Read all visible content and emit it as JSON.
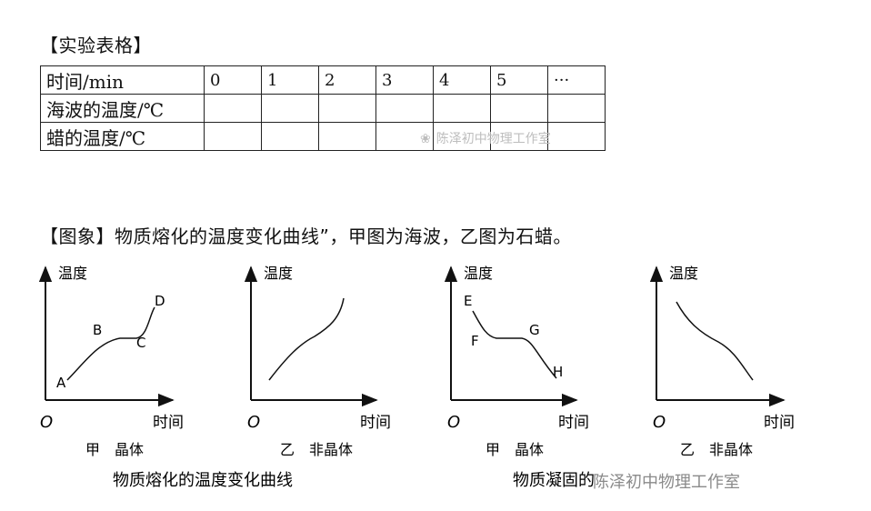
{
  "table_section": {
    "heading": "【实验表格】",
    "header_label": "时间/min",
    "times": [
      "0",
      "1",
      "2",
      "3",
      "4",
      "5",
      "···"
    ],
    "rows": [
      {
        "label": "海波的温度/℃"
      },
      {
        "label": "蜡的温度/℃"
      }
    ],
    "watermark": "陈泽初中物理工作室"
  },
  "graph_section": {
    "heading": "【图象】物质熔化的温度变化曲线”，甲图为海波，乙图为石蜡。",
    "y_axis_label": "温度",
    "x_axis_label": "时间",
    "origin_label": "O",
    "graphs": [
      {
        "caption": "甲　晶体",
        "points": [
          "A",
          "B",
          "C",
          "D"
        ]
      },
      {
        "caption": "乙　非晶体"
      },
      {
        "caption": "甲　晶体",
        "points": [
          "E",
          "F",
          "G",
          "H"
        ]
      },
      {
        "caption": "乙　非晶体"
      }
    ],
    "melting_title": "物质熔化的温度变化曲线",
    "solidify_title": "物质凝固的",
    "watermark": "陈泽初中物理工作室"
  }
}
